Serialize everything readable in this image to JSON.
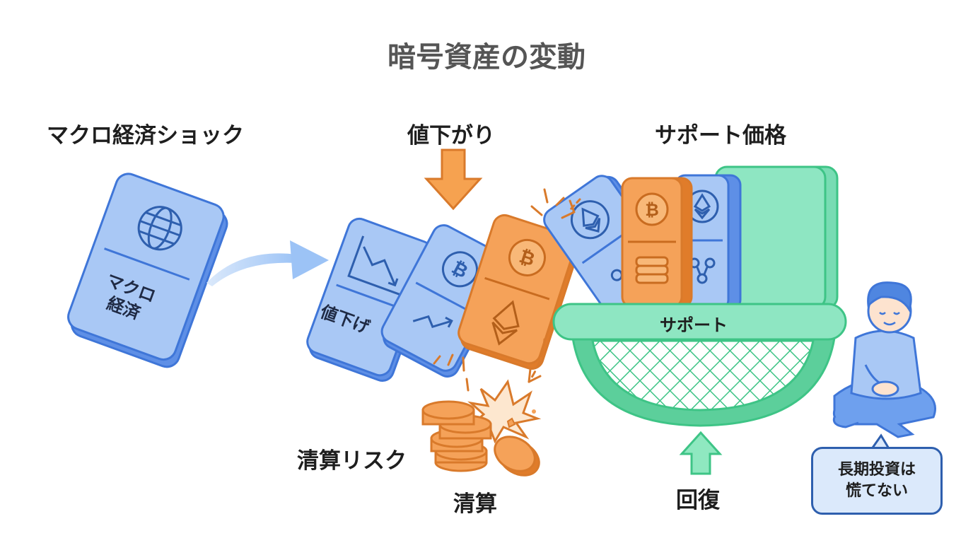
{
  "title": "暗号資産の変動",
  "sections": {
    "macro_shock": "マクロ経済ショック",
    "price_drop": "値下がり",
    "support_price": "サポート価格"
  },
  "tiles": {
    "macro_line1": "マクロ",
    "macro_line2": "経済",
    "drop_label": "値下げ"
  },
  "net": {
    "label": "サポート"
  },
  "labels": {
    "liquidation_risk": "清算リスク",
    "liquidation": "清算",
    "recovery": "回復"
  },
  "bubble": {
    "line1": "長期投資は",
    "line2": "慌てない"
  },
  "colors": {
    "blue_fill": "#a9c8f5",
    "blue_stroke": "#3f76d8",
    "orange_fill": "#f5a259",
    "orange_stroke": "#d97a2b",
    "green_fill": "#8ee6c2",
    "green_stroke": "#3ec486",
    "arrow_orange": "#f6a250",
    "arrow_green": "#8fe8c0",
    "arrow_blue": "#9cc3f6"
  }
}
